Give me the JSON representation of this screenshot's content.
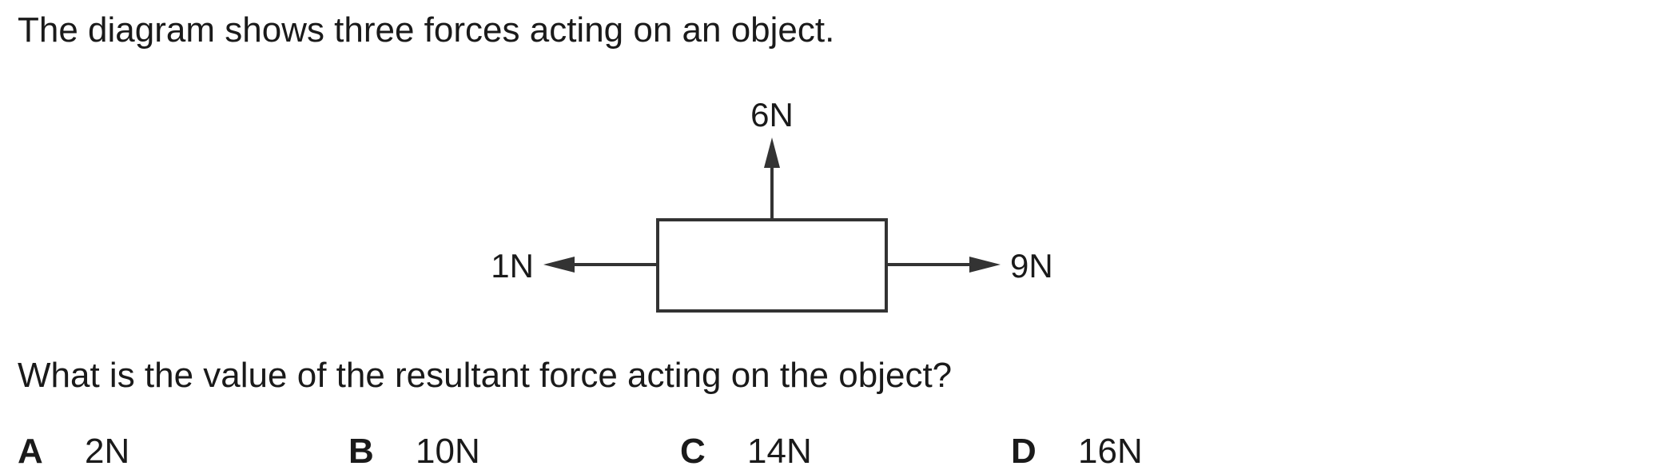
{
  "question": {
    "intro": "The diagram shows three forces acting on an object.",
    "prompt": "What is the value of the resultant force acting on the object?"
  },
  "diagram": {
    "forces": [
      {
        "label": "6N",
        "direction": "up"
      },
      {
        "label": "1N",
        "direction": "left"
      },
      {
        "label": "9N",
        "direction": "right"
      }
    ]
  },
  "options": [
    {
      "letter": "A",
      "value": "2N"
    },
    {
      "letter": "B",
      "value": "10N"
    },
    {
      "letter": "C",
      "value": "14N"
    },
    {
      "letter": "D",
      "value": "16N"
    }
  ]
}
